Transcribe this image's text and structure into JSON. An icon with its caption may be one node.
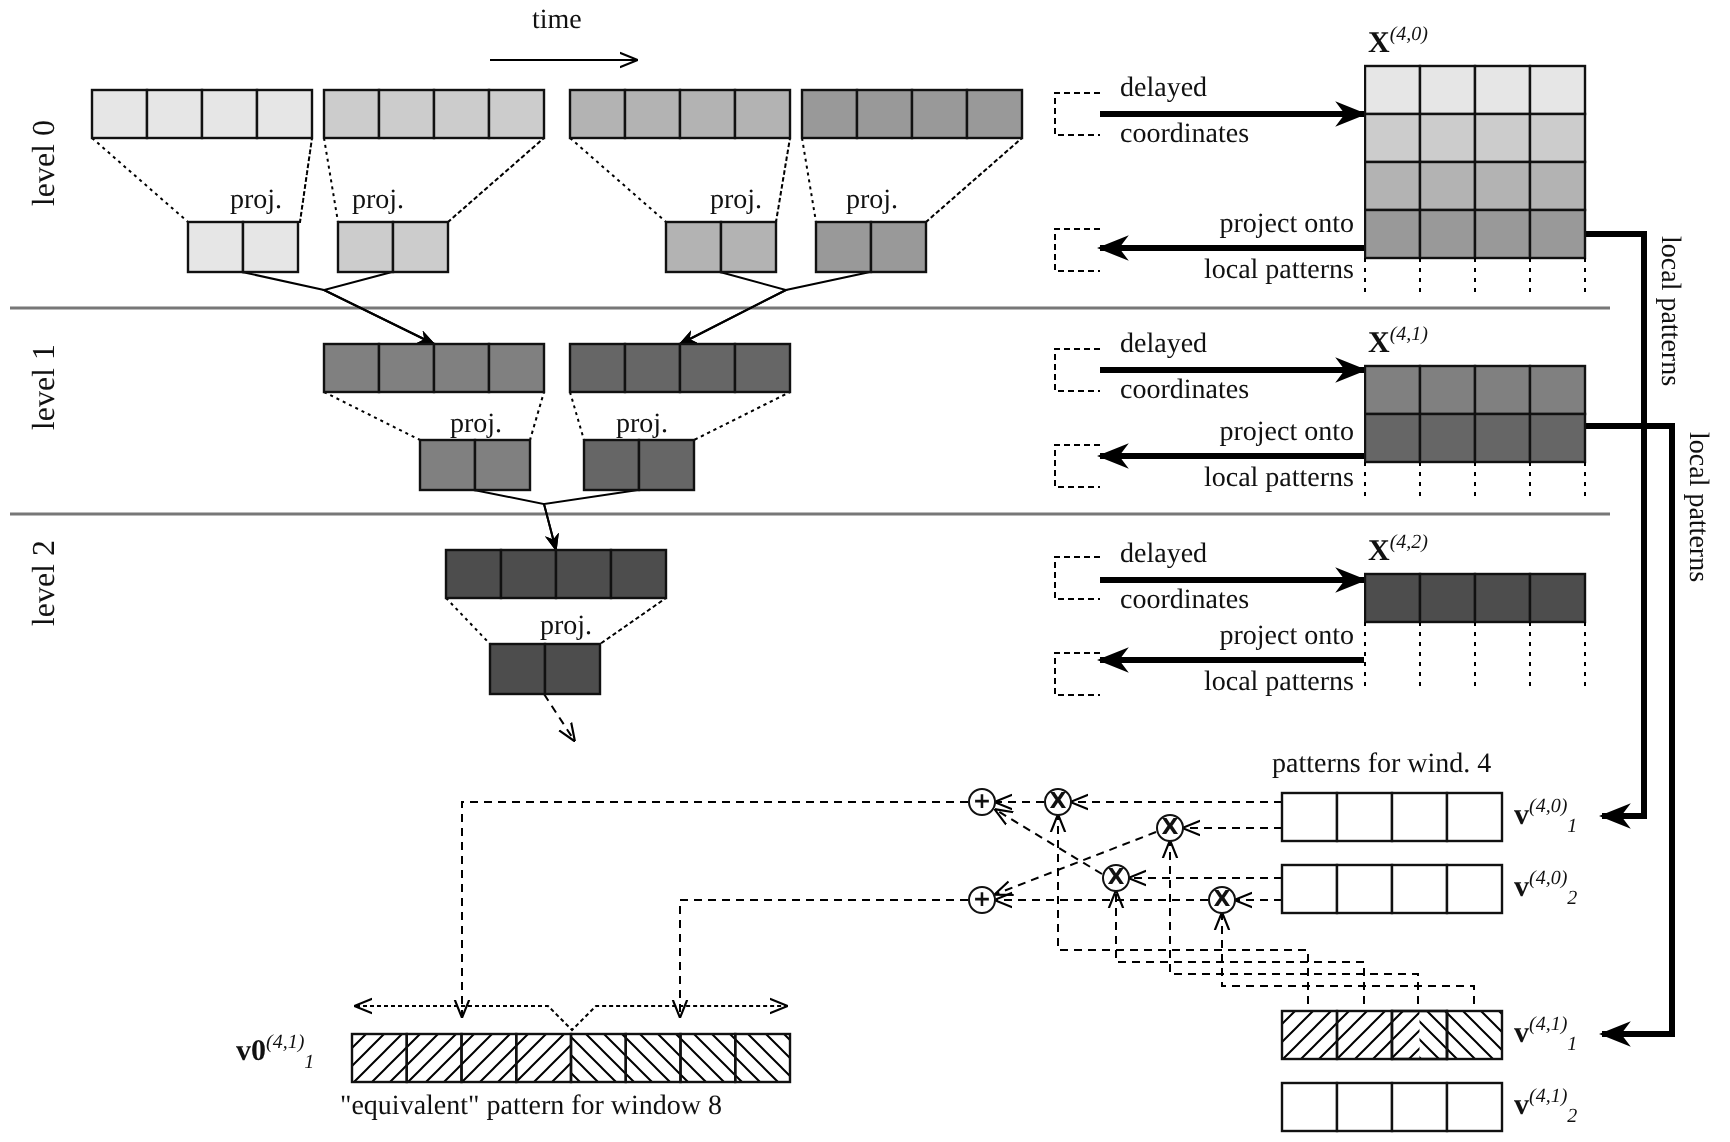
{
  "diagram": {
    "nodes": [
      {
        "text": [],
        "shape": "bar"
      },
      {
        "text": [],
        "shape": "bar"
      },
      {
        "text": [],
        "shape": "bar"
      },
      {
        "text": [],
        "shape": "bar"
      },
      {
        "text": [],
        "shape": "bar",
        "beside": [
          "proj."
        ]
      },
      {
        "text": [],
        "shape": "bar",
        "beside": [
          "proj."
        ]
      },
      {
        "text": [],
        "shape": "bar",
        "beside": [
          "proj."
        ]
      },
      {
        "text": [],
        "shape": "bar",
        "beside": [
          "proj."
        ]
      },
      {
        "text": [],
        "shape": "bar"
      },
      {
        "text": [],
        "shape": "bar"
      },
      {
        "text": [],
        "shape": "bar",
        "beside": [
          "proj."
        ]
      },
      {
        "text": [],
        "shape": "bar",
        "beside": [
          "proj."
        ]
      },
      {
        "text": [],
        "shape": "bar"
      },
      {
        "text": [],
        "shape": "bar",
        "beside": [
          "proj."
        ]
      },
      {
        "text": [
          "**X**$^{(4,0)}$"
        ]
      },
      {
        "text": [
          "**X**$^{(4,1)}$"
        ]
      },
      {
        "text": [
          "**X**$^{(4,2)}$"
        ]
      },
      {
        "text": [
          "+"
        ]
      },
      {
        "text": [
          "X"
        ]
      },
      {
        "text": [
          "X"
        ]
      },
      {
        "text": [
          "X"
        ]
      },
      {
        "text": [
          "+"
        ]
      },
      {
        "text": [
          "X"
        ]
      },
      {
        "text": [
          "**v**$^{(4,0)}$$_{1}$"
        ]
      },
      {
        "text": [
          "**v**$^{(4,0)}$$_{2}$"
        ]
      },
      {
        "text": [
          "**v**$^{(4,1)}$$_{1}$"
        ]
      },
      {
        "text": [
          "**v**$^{(4,1)}$$_{2}$"
        ]
      },
      {
        "text": [
          "**v0**$^{(4,1)}$$_{1}$"
        ]
      },
      {
        "text": [],
        "shape": "bracket"
      },
      {
        "text": [],
        "shape": "bracket"
      },
      {
        "text": [],
        "shape": "bracket"
      },
      {
        "text": [],
        "shape": "bracket"
      },
      {
        "text": [],
        "shape": "bracket"
      },
      {
        "text": [],
        "shape": "bracket"
      }
    ],
    "edges": [
      {
        "from": 0,
        "to": 4,
        "arrow": "none",
        "style": "dashed"
      },
      {
        "from": 1,
        "to": 5,
        "arrow": "none",
        "style": "dashed"
      },
      {
        "from": 2,
        "to": 6,
        "arrow": "none",
        "style": "dashed"
      },
      {
        "from": 3,
        "to": 7,
        "arrow": "none",
        "style": "dashed"
      },
      {
        "from": 8,
        "to": 10,
        "arrow": "none",
        "style": "dashed"
      },
      {
        "from": 9,
        "to": 11,
        "arrow": "none",
        "style": "dashed"
      },
      {
        "from": 12,
        "to": 13,
        "arrow": "none",
        "style": "dashed"
      },
      {
        "from": 4,
        "to": 8,
        "arrow": "to"
      },
      {
        "from": 5,
        "to": 8,
        "arrow": "to"
      },
      {
        "from": 6,
        "to": 9,
        "arrow": "to"
      },
      {
        "from": 7,
        "to": 9,
        "arrow": "to"
      },
      {
        "from": 10,
        "to": 12,
        "arrow": "to"
      },
      {
        "from": 11,
        "to": 12,
        "arrow": "to"
      },
      {
        "from": 13,
        "to": null,
        "arrow": "to",
        "style": "dashed"
      },
      {
        "from": 28,
        "to": 14,
        "arrow": "to",
        "style": "thick",
        "label": "delayed coordinates"
      },
      {
        "from": 14,
        "to": 29,
        "arrow": "to",
        "style": "thick",
        "label": "project onto local patterns"
      },
      {
        "from": 30,
        "to": 15,
        "arrow": "to",
        "style": "thick",
        "label": "delayed coordinates"
      },
      {
        "from": 15,
        "to": 31,
        "arrow": "to",
        "style": "thick",
        "label": "project onto local patterns"
      },
      {
        "from": 32,
        "to": 16,
        "arrow": "to",
        "style": "thick",
        "label": "delayed coordinates"
      },
      {
        "from": 16,
        "to": 33,
        "arrow": "to",
        "style": "thick",
        "label": "project onto local patterns"
      },
      {
        "from": 14,
        "to": 23,
        "arrow": "to",
        "style": "thick",
        "label": "local patterns"
      },
      {
        "from": 15,
        "to": 25,
        "arrow": "to",
        "style": "thick",
        "label": "local patterns"
      },
      {
        "from": 23,
        "to": 18,
        "arrow": "to",
        "style": "dashed"
      },
      {
        "from": 23,
        "to": 19,
        "arrow": "to",
        "style": "dashed"
      },
      {
        "from": 24,
        "to": 20,
        "arrow": "to",
        "style": "dashed"
      },
      {
        "from": 24,
        "to": 22,
        "arrow": "to",
        "style": "dashed"
      },
      {
        "from": 25,
        "to": 18,
        "arrow": "to",
        "style": "dashed"
      },
      {
        "from": 25,
        "to": 19,
        "arrow": "to",
        "style": "dashed"
      },
      {
        "from": 25,
        "to": 20,
        "arrow": "to",
        "style": "dashed"
      },
      {
        "from": 25,
        "to": 22,
        "arrow": "to",
        "style": "dashed"
      },
      {
        "from": 18,
        "to": 17,
        "arrow": "to",
        "style": "dashed"
      },
      {
        "from": 20,
        "to": 17,
        "arrow": "to",
        "style": "dashed"
      },
      {
        "from": 19,
        "to": 21,
        "arrow": "to",
        "style": "dashed"
      },
      {
        "from": 22,
        "to": 21,
        "arrow": "to",
        "style": "dashed"
      },
      {
        "from": 17,
        "to": 27,
        "arrow": "to",
        "style": "dashed"
      },
      {
        "from": 21,
        "to": 27,
        "arrow": "to",
        "style": "dashed"
      }
    ],
    "labels": [
      "time",
      "level 0",
      "level 1",
      "level 2",
      "patterns for wind. 4",
      "\"equivalent\" pattern for window 8"
    ]
  }
}
